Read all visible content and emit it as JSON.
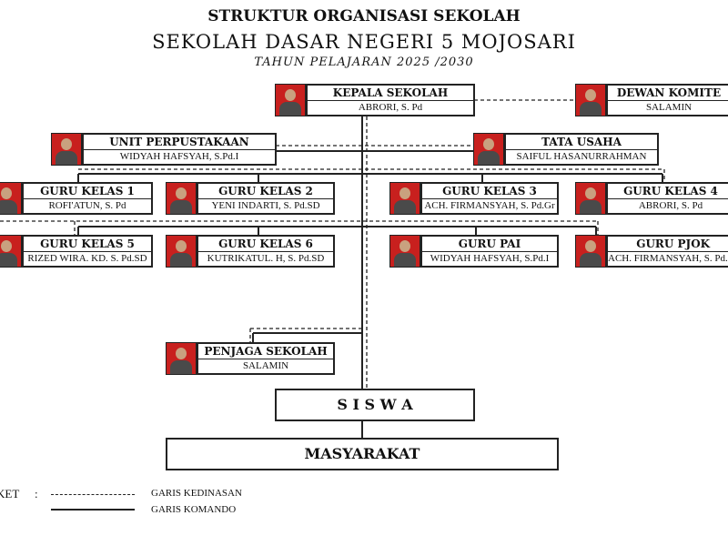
{
  "title": "STRUKTUR ORGANISASI SEKOLAH",
  "school": "SEKOLAH DASAR NEGERI 5 MOJOSARI",
  "year": "TAHUN PELAJARAN 2025 /2030",
  "nodes": {
    "kepala": {
      "role": "KEPALA SEKOLAH",
      "name": "ABRORI, S. Pd"
    },
    "komite": {
      "role": "DEWAN KOMITE",
      "name": "SALAMIN"
    },
    "perpus": {
      "role": "UNIT PERPUSTAKAAN",
      "name": "WIDYAH HAFSYAH, S.Pd.I"
    },
    "tu": {
      "role": "TATA USAHA",
      "name": "SAIFUL HASANURRAHMAN"
    },
    "gk1": {
      "role": "GURU KELAS 1",
      "name": "ROFI'ATUN, S. Pd"
    },
    "gk2": {
      "role": "GURU KELAS 2",
      "name": "YENI INDARTI, S. Pd.SD"
    },
    "gk3": {
      "role": "GURU KELAS 3",
      "name": "ACH. FIRMANSYAH, S. Pd.Gr"
    },
    "gk4": {
      "role": "GURU KELAS 4",
      "name": "ABRORI, S. Pd"
    },
    "gk5": {
      "role": "GURU KELAS 5",
      "name": "RIZED WIRA. KD. S. Pd.SD"
    },
    "gk6": {
      "role": "GURU KELAS 6",
      "name": "KUTRIKATUL. H, S. Pd.SD"
    },
    "pai": {
      "role": "GURU PAI",
      "name": "WIDYAH HAFSYAH, S.Pd.I"
    },
    "pjok": {
      "role": "GURU PJOK",
      "name": "ACH. FIRMANSYAH, S. Pd.Gr"
    },
    "penjaga": {
      "role": "PENJAGA SEKOLAH",
      "name": "SALAMIN"
    }
  },
  "siswa": "S I S W A",
  "masyarakat": "MASYARAKAT",
  "legend": {
    "label": "KET",
    "colon": ":",
    "dashed": "GARIS KEDINASAN",
    "solid": "GARIS KOMANDO"
  },
  "colors": {
    "photo_bg": "#c8201e",
    "line": "#222222"
  }
}
